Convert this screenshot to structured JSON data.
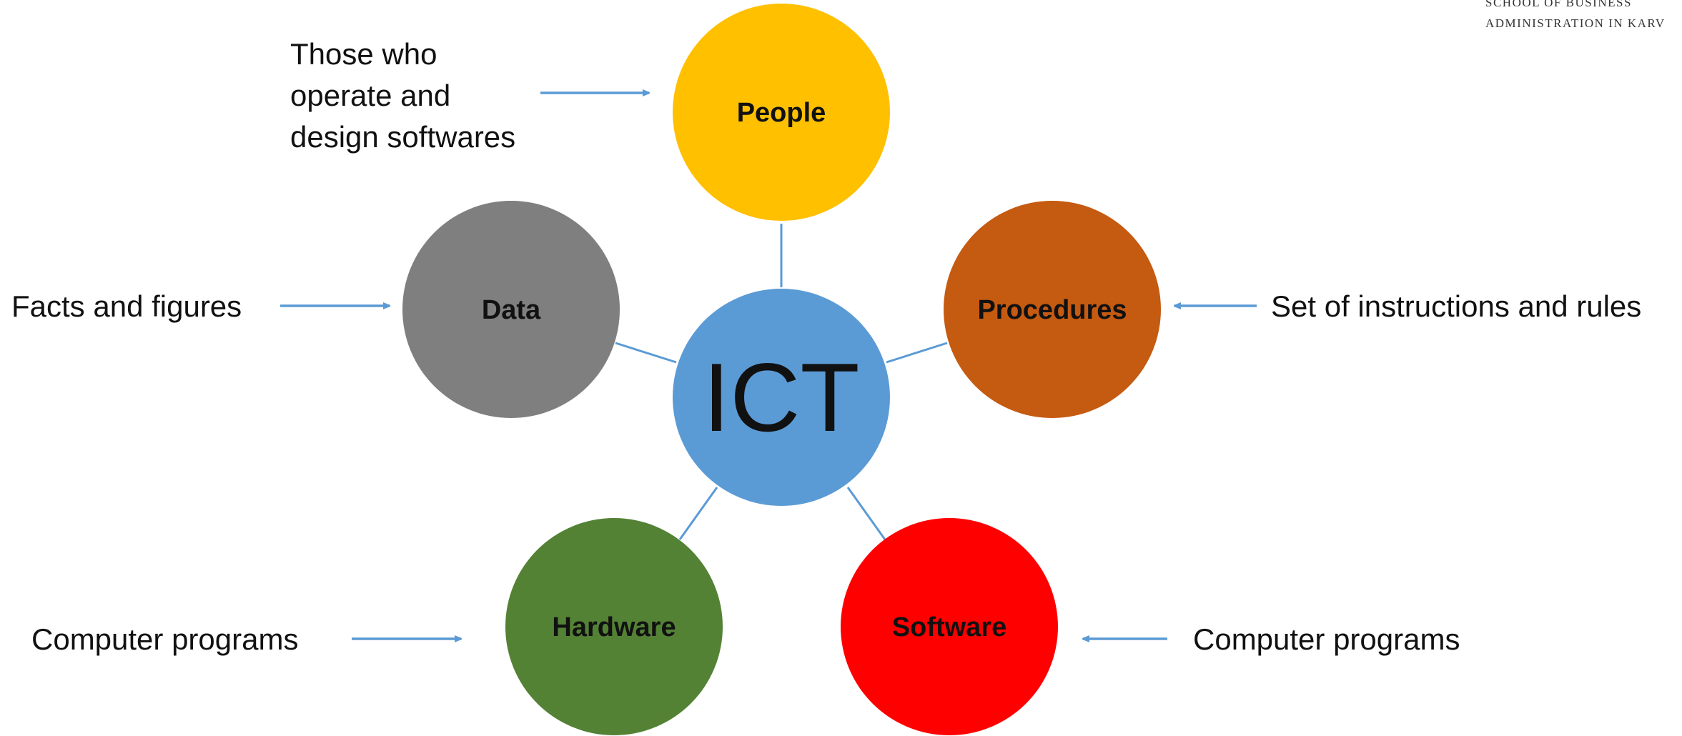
{
  "center": {
    "label": "ICT",
    "color": "#5b9bd5"
  },
  "nodes": [
    {
      "id": "people",
      "label": "People",
      "color": "#ffc000"
    },
    {
      "id": "procedures",
      "label": "Procedures",
      "color": "#c55a11"
    },
    {
      "id": "software",
      "label": "Software",
      "color": "#ff0000"
    },
    {
      "id": "hardware",
      "label": "Hardware",
      "color": "#548235"
    },
    {
      "id": "data",
      "label": "Data",
      "color": "#7f7f7f"
    }
  ],
  "descriptions": {
    "people": [
      "Those who",
      "operate and",
      "design softwares"
    ],
    "procedures": "Set of instructions and rules",
    "software": "Computer programs",
    "hardware": "Computer programs",
    "data": "Facts and figures"
  },
  "logo": {
    "line1": "SCHOOL OF BUSINESS",
    "line2": "ADMINISTRATION IN KARV"
  },
  "line_color": "#5b9bd5"
}
